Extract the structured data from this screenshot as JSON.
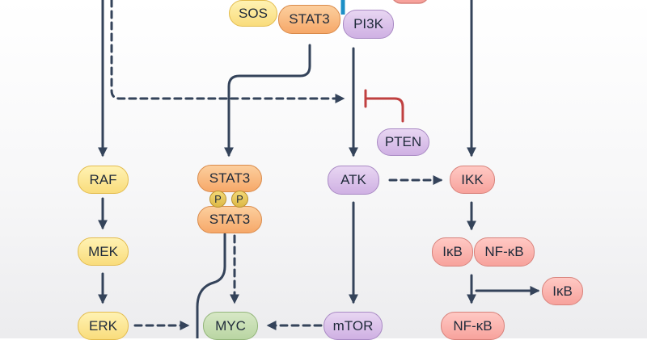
{
  "colors": {
    "arrow": "#34435a",
    "inhibition": "#c04040",
    "receptor": "#1c8fc6",
    "yellow": "#f9dc7c",
    "orange": "#f6a869",
    "purple": "#cfb0e3",
    "red": "#f7a29c",
    "green": "#b9d5a2"
  },
  "nodes": {
    "sos": "SOS",
    "stat3_top": "STAT3",
    "pi3k": "PI3K",
    "pten": "PTEN",
    "raf": "RAF",
    "mek": "MEK",
    "erk": "ERK",
    "stat3_dimer_top": "STAT3",
    "stat3_dimer_bottom": "STAT3",
    "phospho_left": "P",
    "phospho_right": "P",
    "myc": "MYC",
    "akt": "ATK",
    "mtor": "mTOR",
    "ikk": "IKK",
    "ikb_bound": "IκB",
    "nfkb_bound": "NF-κB",
    "ikb_released": "IκB",
    "nfkb_free": "NF-κB"
  }
}
